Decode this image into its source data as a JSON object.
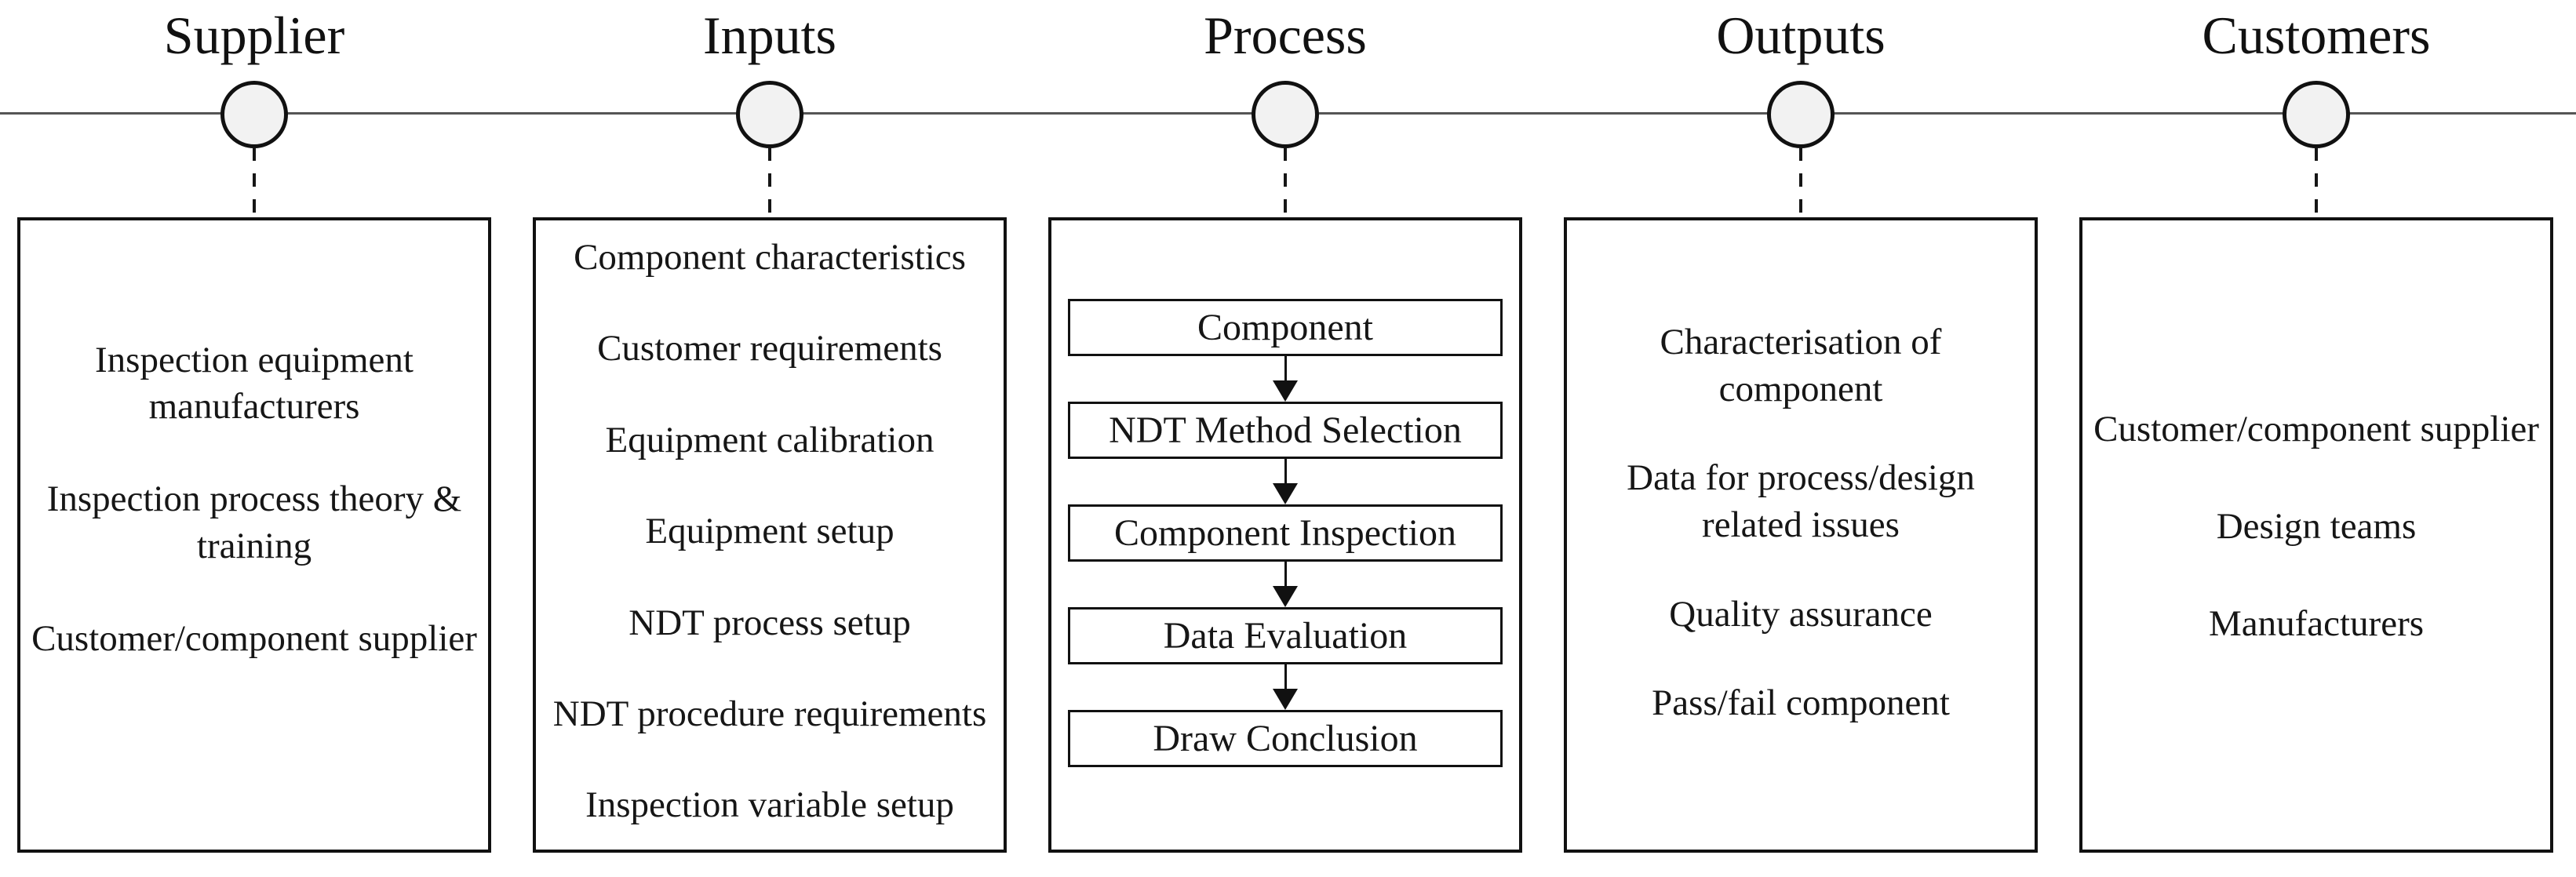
{
  "diagram_type": "SIPOC process diagram (NDT component inspection)",
  "colors": {
    "background": "#ffffff",
    "text": "#161616",
    "box_border": "#111111",
    "timeline_line": "#555555",
    "node_fill": "#f2f2f2",
    "node_border": "#111111"
  },
  "columns": [
    {
      "title": "Supplier",
      "items": [
        "Inspection equipment manufacturers",
        "Inspection process theory & training",
        "Customer/component supplier"
      ]
    },
    {
      "title": "Inputs",
      "items": [
        "Component characteristics",
        "Customer requirements",
        "Equipment calibration",
        "Equipment setup",
        "NDT process setup",
        "NDT procedure requirements",
        "Inspection variable setup"
      ]
    },
    {
      "title": "Process",
      "steps": [
        "Component",
        "NDT Method Selection",
        "Component Inspection",
        "Data Evaluation",
        "Draw Conclusion"
      ]
    },
    {
      "title": "Outputs",
      "items": [
        "Characterisation of component",
        "Data for process/design related issues",
        "Quality assurance",
        "Pass/fail component"
      ]
    },
    {
      "title": "Customers",
      "items": [
        "Customer/component supplier",
        "Design teams",
        "Manufacturers"
      ]
    }
  ]
}
